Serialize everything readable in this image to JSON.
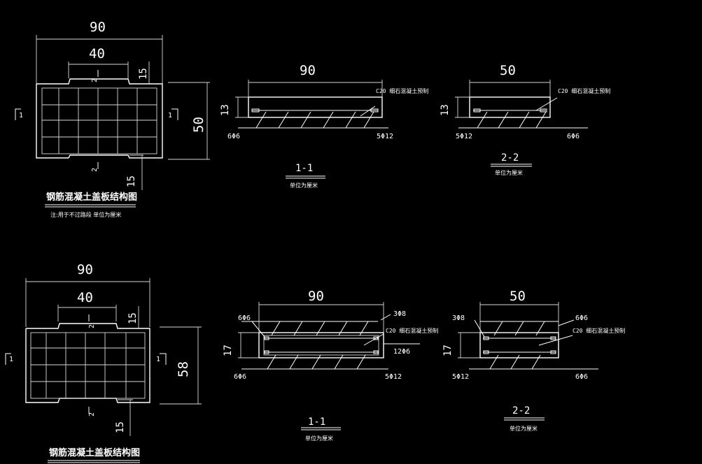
{
  "top": {
    "plan": {
      "dim_width": "90",
      "dim_inner": "40",
      "dim_notch": "15",
      "dim_height": "50",
      "dim_lower": "15",
      "sec_mark_left": "1",
      "sec_mark_right": "1",
      "sec_mark_top": "2",
      "sec_mark_bottom": "2",
      "title": "钢筋混凝土盖板结构图",
      "note": "注:用于不过路段  单位为厘米"
    },
    "section1": {
      "dim_width": "90",
      "dim_height": "13",
      "concrete": "C20  细石混凝土预制",
      "bar_left": "6Φ6",
      "bar_right": "5Φ12",
      "label": "1-1",
      "unit": "单位为厘米"
    },
    "section2": {
      "dim_width": "50",
      "dim_height": "13",
      "concrete": "C20  细石混凝土预制",
      "bar_left": "5Φ12",
      "bar_right": "6Φ6",
      "label": "2-2",
      "unit": "单位为厘米"
    }
  },
  "bottom": {
    "plan": {
      "dim_width": "90",
      "dim_inner": "40",
      "dim_notch": "15",
      "dim_height": "58",
      "dim_lower": "15",
      "sec_mark_left": "1",
      "sec_mark_right": "1",
      "sec_mark_top": "2",
      "sec_mark_bottom": "2",
      "title": "钢筋混凝土盖板结构图"
    },
    "section1": {
      "dim_width": "90",
      "dim_height": "17",
      "top_bar": "3Φ8",
      "left_top_bar": "6Φ6",
      "concrete": "C20  细石混凝土预制",
      "stirrup": "12Φ6",
      "bar_left": "6Φ6",
      "bar_right": "5Φ12",
      "label": "1-1",
      "unit": "单位为厘米"
    },
    "section2": {
      "dim_width": "50",
      "dim_height": "17",
      "top_left_bar": "3Φ8",
      "top_right_bar": "6Φ6",
      "concrete": "C20  细石混凝土预制",
      "bar_left": "5Φ12",
      "bar_right": "6Φ6",
      "label": "2-2",
      "unit": "单位为厘米"
    }
  }
}
